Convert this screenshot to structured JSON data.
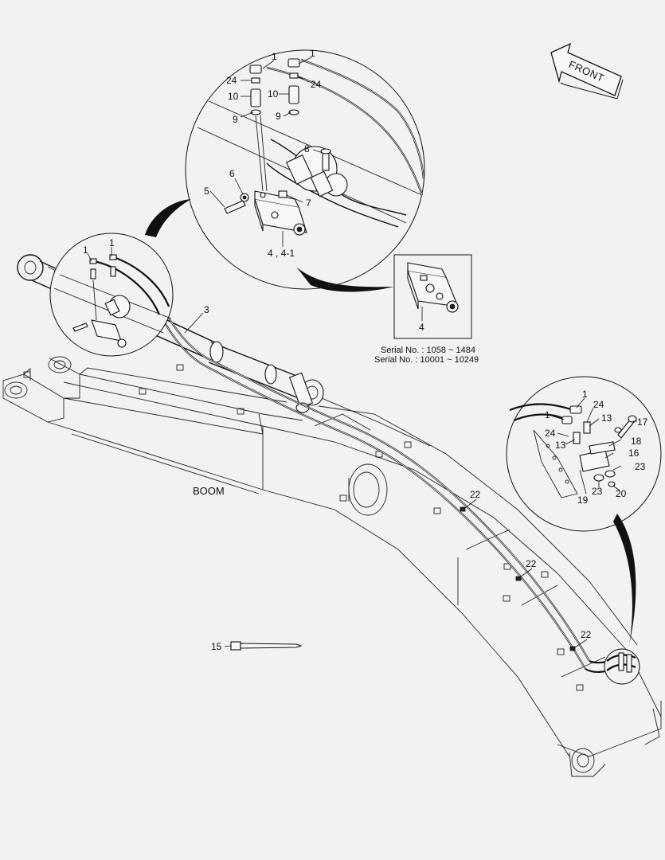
{
  "diagram": {
    "boom_label": "BOOM",
    "front_label": "FRONT",
    "serial_lines": [
      "Serial No. : 1058 ~ 1484",
      "Serial No. : 10001 ~ 10249"
    ],
    "callouts": {
      "top_1a": "1",
      "top_1b": "1",
      "top_24a": "24",
      "top_24b": "24",
      "top_10a": "10",
      "top_10b": "10",
      "top_9a": "9",
      "top_9b": "9",
      "top_8": "8",
      "top_6": "6",
      "top_5": "5",
      "top_7": "7",
      "top_4": "4 , 4-1",
      "inset_4": "4",
      "left_1a": "1",
      "left_1b": "1",
      "hose_3": "3",
      "right_1a": "1",
      "right_1b": "1",
      "right_24a": "24",
      "right_24b": "24",
      "right_13a": "13",
      "right_13b": "13",
      "right_17": "17",
      "right_18": "18",
      "right_16": "16",
      "right_23a": "23",
      "right_23b": "23",
      "right_19": "19",
      "right_20": "20",
      "clamp_22a": "22",
      "clamp_22b": "22",
      "clamp_22c": "22",
      "tie_15": "15"
    }
  }
}
